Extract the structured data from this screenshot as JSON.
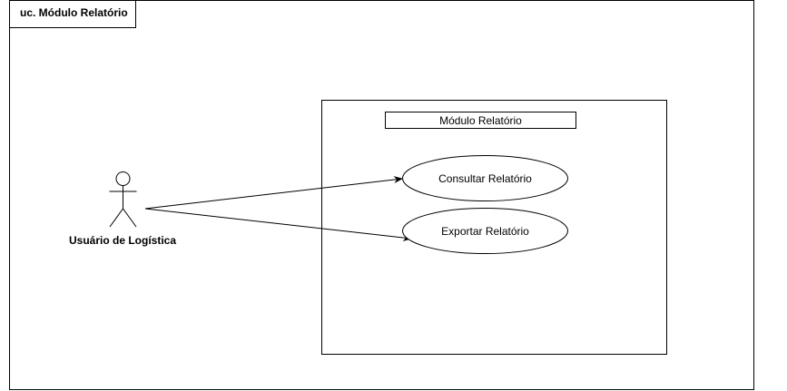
{
  "frame": {
    "title": "uc. Módulo Relatório"
  },
  "system": {
    "title": "Módulo Relatório"
  },
  "actor": {
    "name": "Usuário de Logística"
  },
  "use_cases": [
    {
      "label": "Consultar Relatório"
    },
    {
      "label": "Exportar Relatório"
    }
  ],
  "colors": {
    "line": "#000000",
    "background": "#ffffff"
  }
}
